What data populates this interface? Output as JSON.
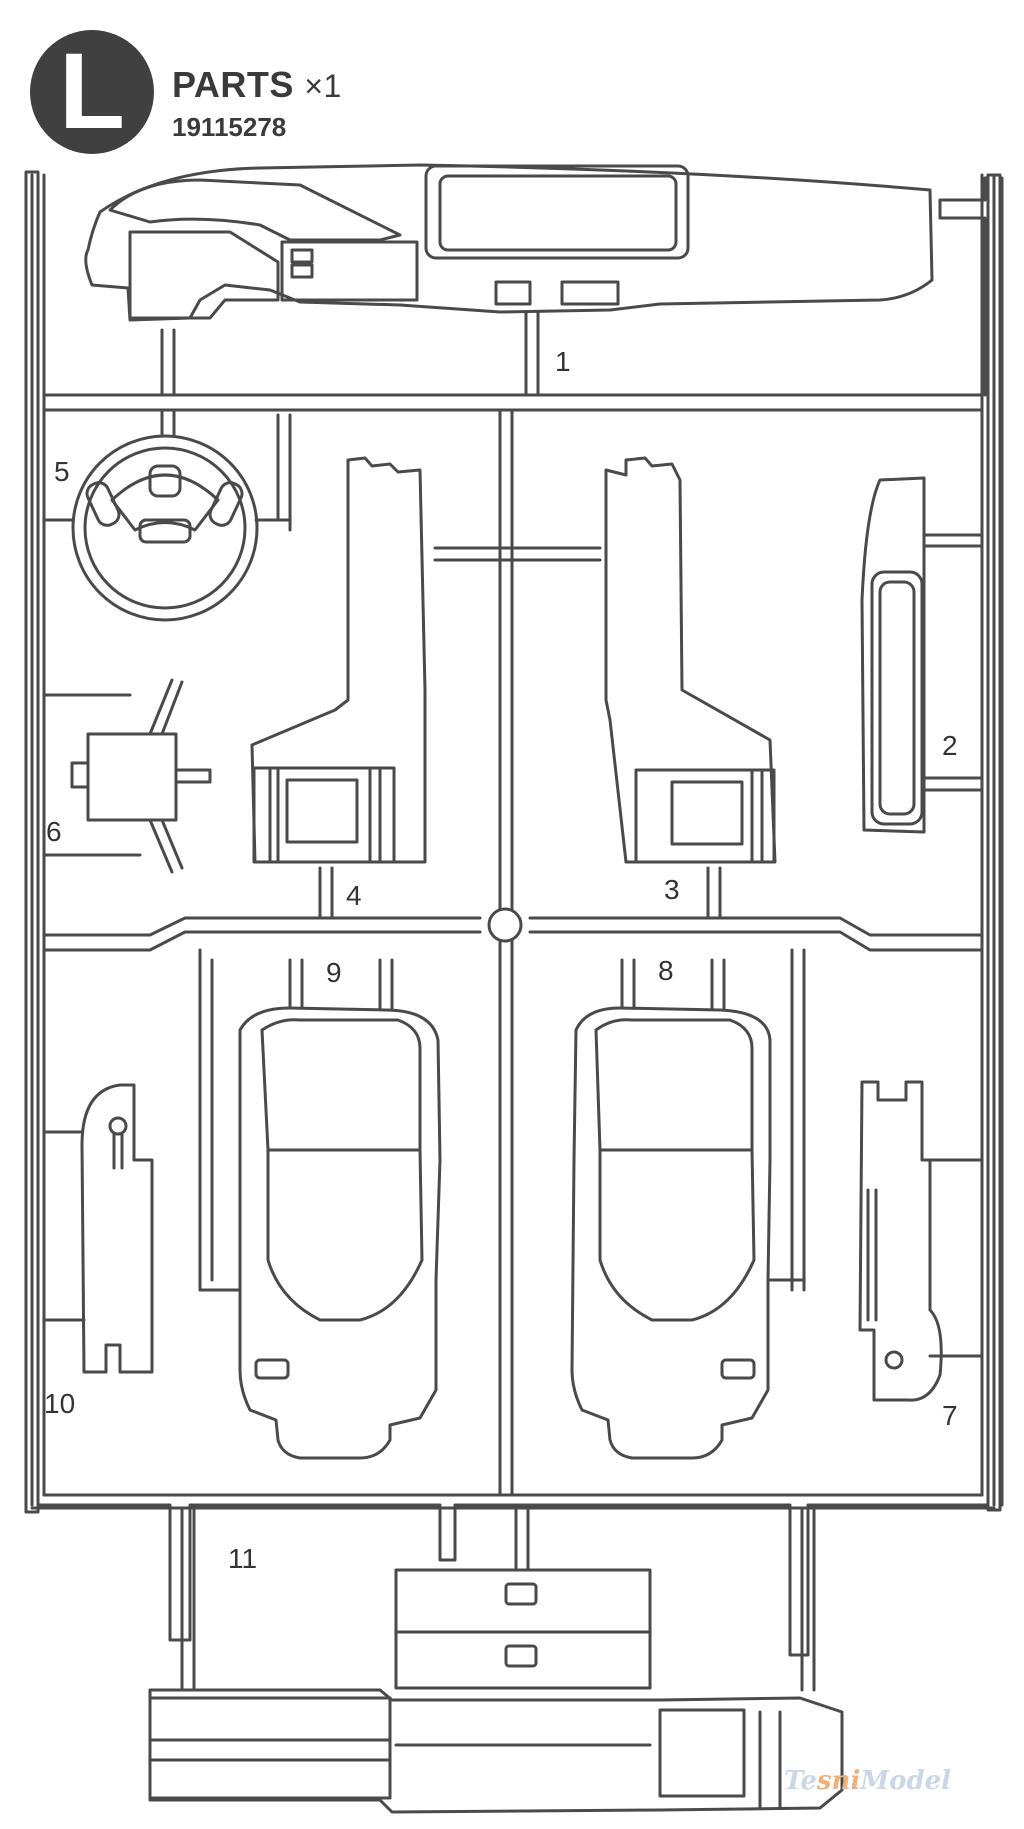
{
  "sheet": {
    "letter": "L",
    "title": "PARTS",
    "quantity": "×1",
    "code": "19115278"
  },
  "parts": [
    {
      "number": "1"
    },
    {
      "number": "2"
    },
    {
      "number": "3"
    },
    {
      "number": "4"
    },
    {
      "number": "5"
    },
    {
      "number": "6"
    },
    {
      "number": "7"
    },
    {
      "number": "8"
    },
    {
      "number": "9"
    },
    {
      "number": "10"
    },
    {
      "number": "11"
    }
  ],
  "watermark": {
    "part1": "Te",
    "part2": "sni",
    "part3": "Model"
  },
  "colors": {
    "line": "#4a4a4a",
    "badge": "#404040",
    "fill": "#ffffff"
  }
}
